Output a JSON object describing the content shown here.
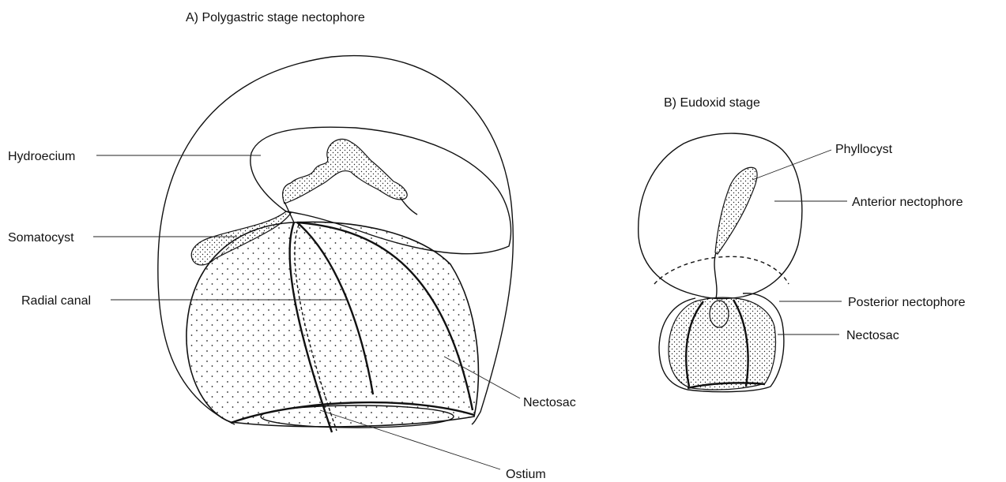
{
  "panels": {
    "a": {
      "title": "A) Polygastric stage nectophore",
      "labels": {
        "hydroecium": "Hydroecium",
        "somatocyst": "Somatocyst",
        "radial_canal": "Radial canal",
        "nectosac": "Nectosac",
        "ostium": "Ostium"
      }
    },
    "b": {
      "title": "B) Eudoxid stage",
      "labels": {
        "phyllocyst": "Phyllocyst",
        "anterior_nectophore": "Anterior nectophore",
        "posterior_nectophore": "Posterior nectophore",
        "nectosac": "Nectosac"
      }
    }
  },
  "colors": {
    "ink": "#111111",
    "background": "#ffffff"
  }
}
